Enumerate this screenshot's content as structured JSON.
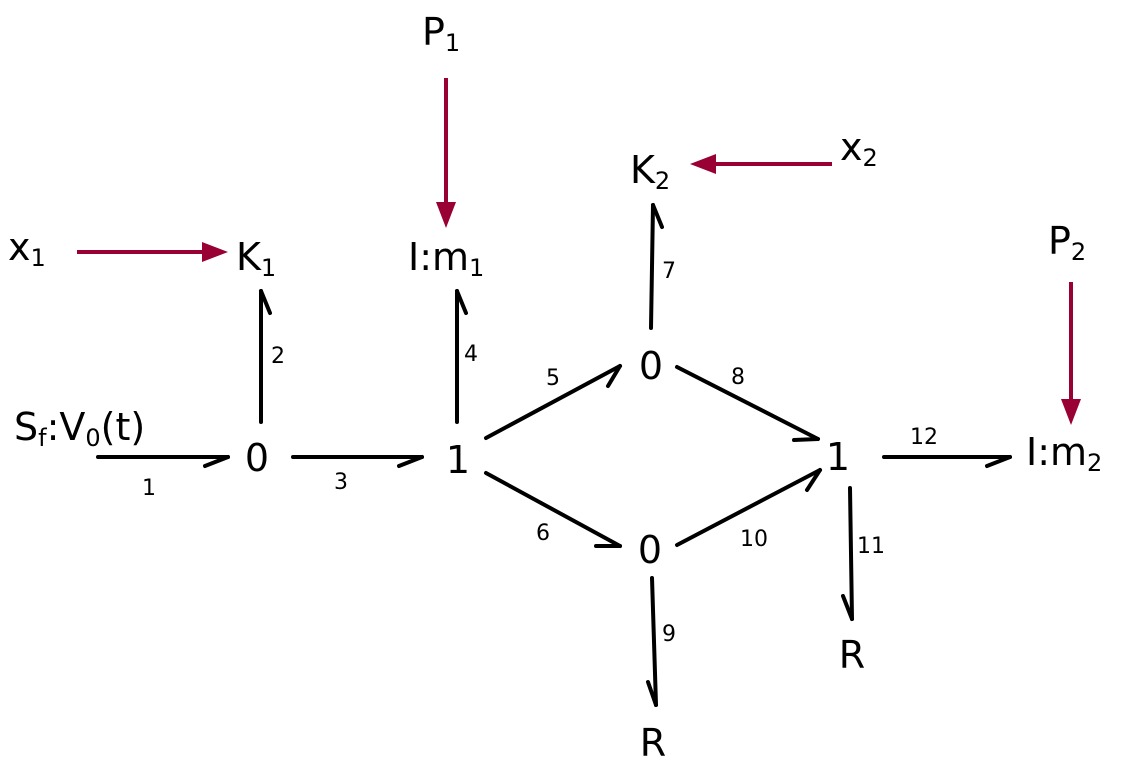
{
  "colors": {
    "bond": "#000000",
    "signal": "#990033",
    "background": "#ffffff"
  },
  "source": {
    "main": "S",
    "sub": "f",
    "colon": ":",
    "var": "V",
    "var_sub": "0",
    "arg": "(t)"
  },
  "junctions": {
    "j0_left": "0",
    "j1_left": "1",
    "j0_top": "0",
    "j0_bottom": "0",
    "j1_right": "1"
  },
  "elements": {
    "k1": {
      "base": "K",
      "sub": "1"
    },
    "k2": {
      "base": "K",
      "sub": "2"
    },
    "m1": {
      "base": "I:m",
      "sub": "1"
    },
    "m2": {
      "base": "I:m",
      "sub": "2"
    },
    "r_bottom": "R",
    "r_right": "R"
  },
  "signals": {
    "x1": {
      "base": "x",
      "sub": "1"
    },
    "x2": {
      "base": "x",
      "sub": "2"
    },
    "p1": {
      "base": "P",
      "sub": "1"
    },
    "p2": {
      "base": "P",
      "sub": "2"
    }
  },
  "bond_numbers": [
    "1",
    "2",
    "3",
    "4",
    "5",
    "6",
    "7",
    "8",
    "9",
    "10",
    "11",
    "12"
  ]
}
